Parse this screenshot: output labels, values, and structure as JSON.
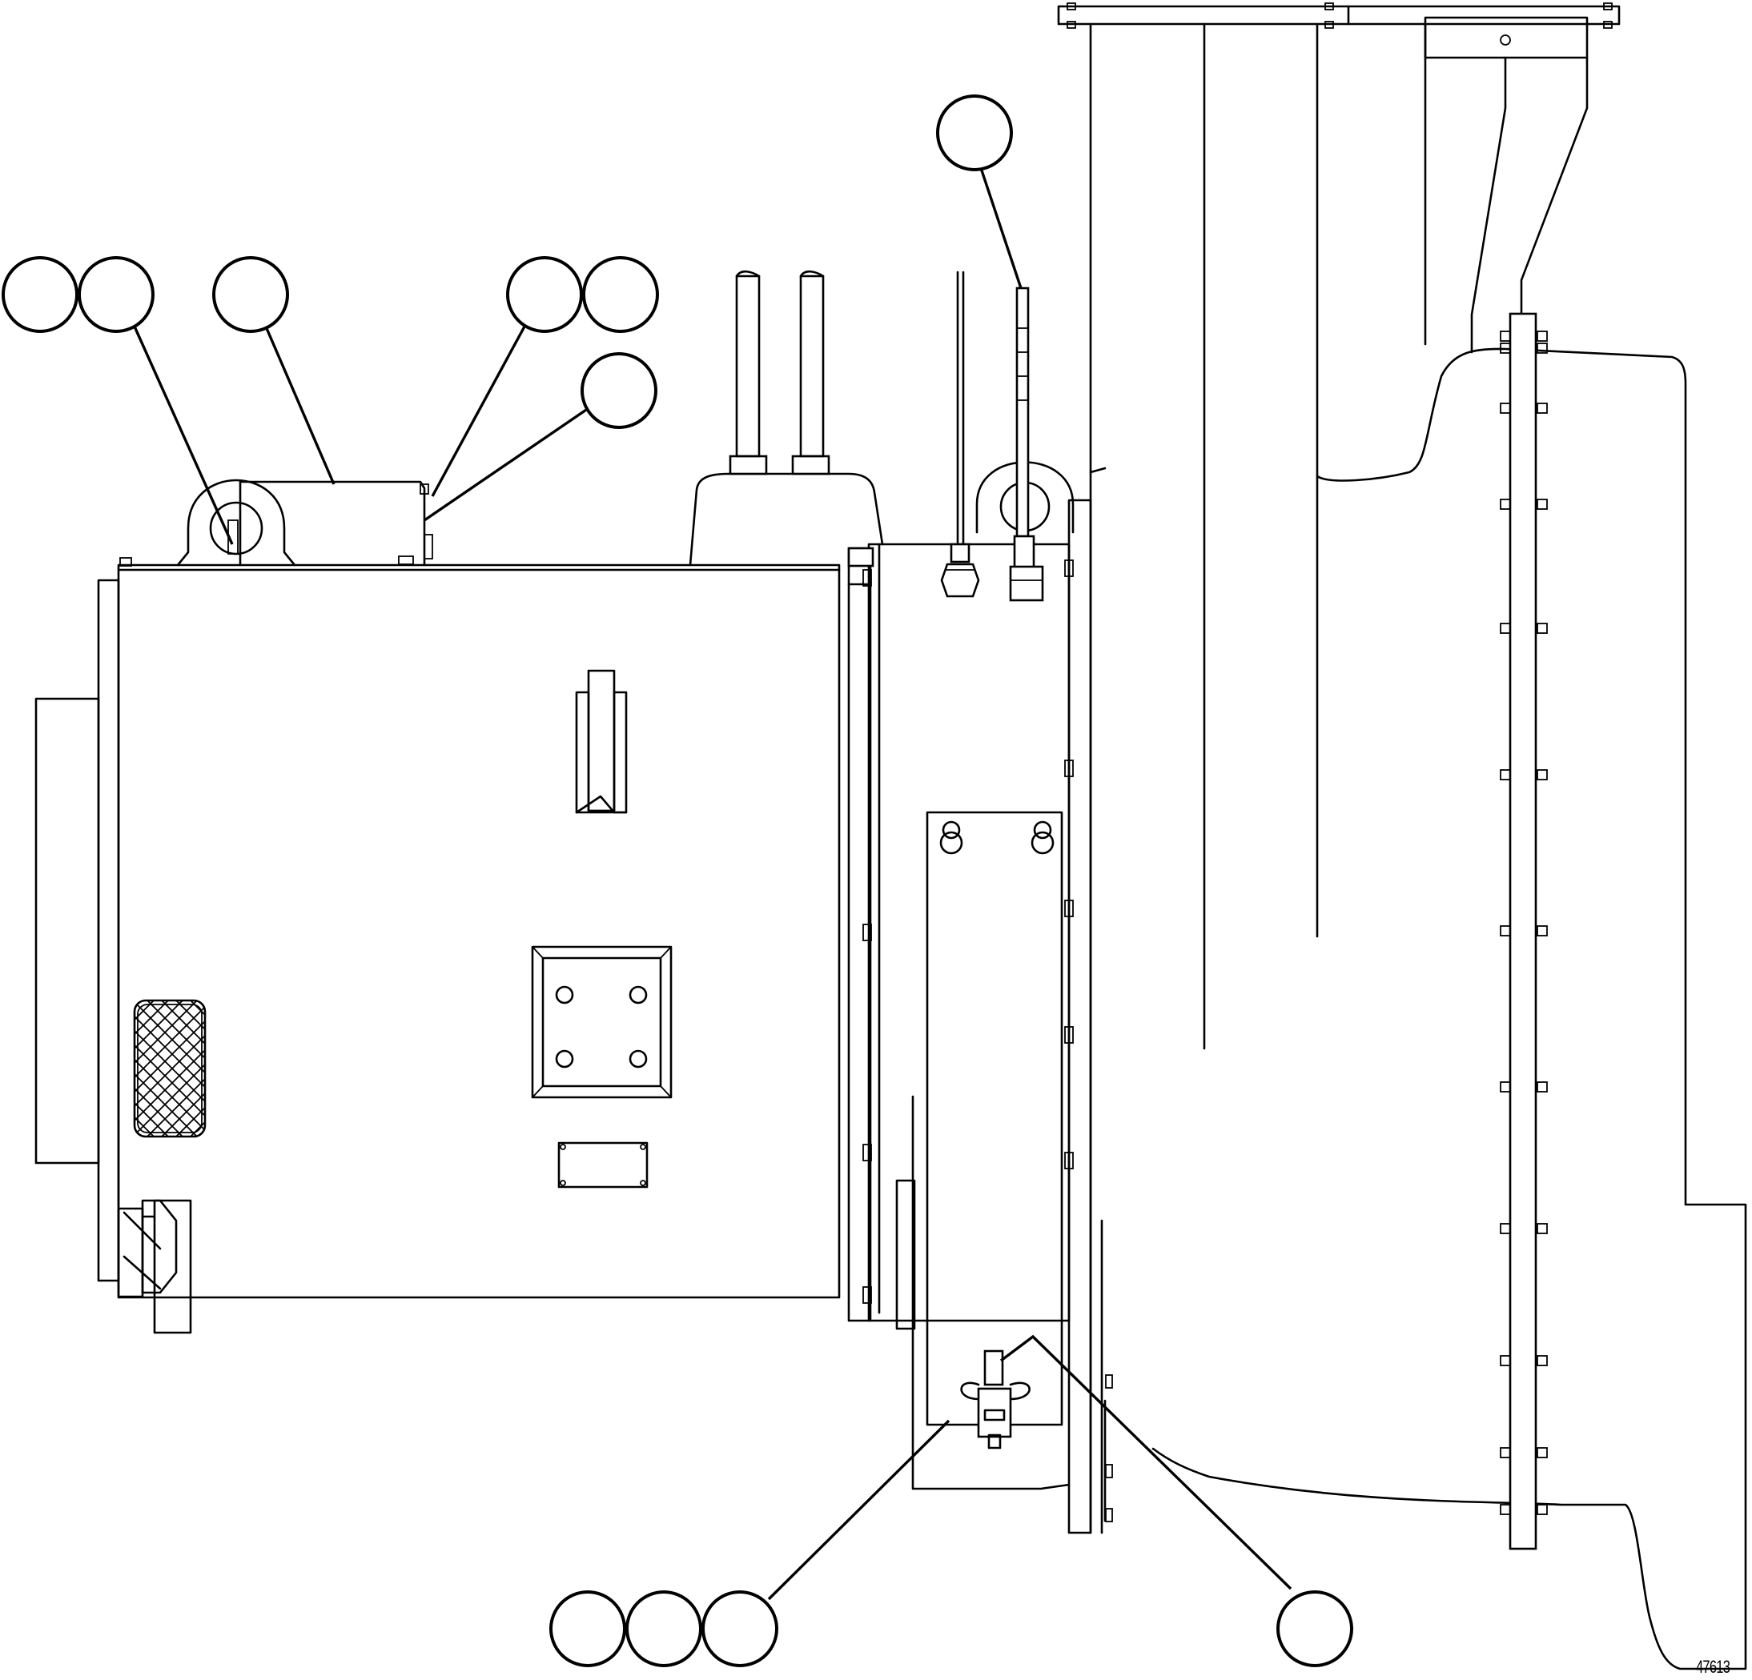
{
  "figure": {
    "id_text": "47613"
  },
  "callouts": [
    {
      "name": "callout-1"
    },
    {
      "name": "callout-2"
    },
    {
      "name": "callout-3"
    },
    {
      "name": "callout-4"
    },
    {
      "name": "callout-5"
    },
    {
      "name": "callout-6"
    },
    {
      "name": "callout-7"
    },
    {
      "name": "callout-8"
    },
    {
      "name": "callout-9"
    },
    {
      "name": "callout-10"
    },
    {
      "name": "callout-11"
    }
  ],
  "colors": {
    "line": "#000000",
    "background": "#ffffff"
  }
}
